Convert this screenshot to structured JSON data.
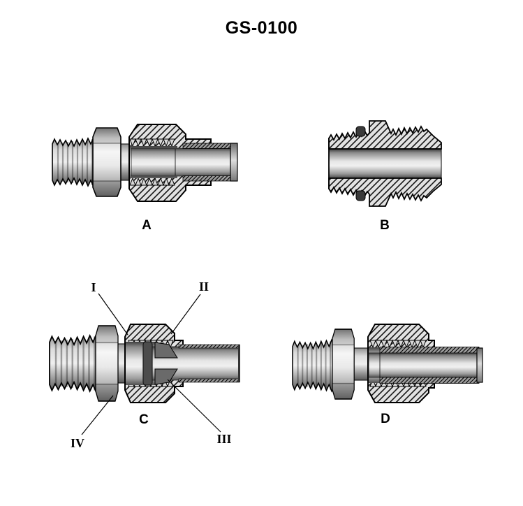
{
  "diagram": {
    "title": "GS-0100",
    "figure_labels": {
      "a": "A",
      "b": "B",
      "c": "C",
      "d": "D"
    },
    "callouts": {
      "i": "I",
      "ii": "II",
      "iii": "III",
      "iv": "IV"
    },
    "colors": {
      "outline": "#000000",
      "hatch_fill": "#e2e2e2",
      "tube_wall_hatch_fill": "#9b9b9b",
      "ferrule": "#6a6a6a",
      "seal_ring": "#4c4c4c",
      "o_ring": "#3a3a3a",
      "background": "#ffffff"
    }
  }
}
